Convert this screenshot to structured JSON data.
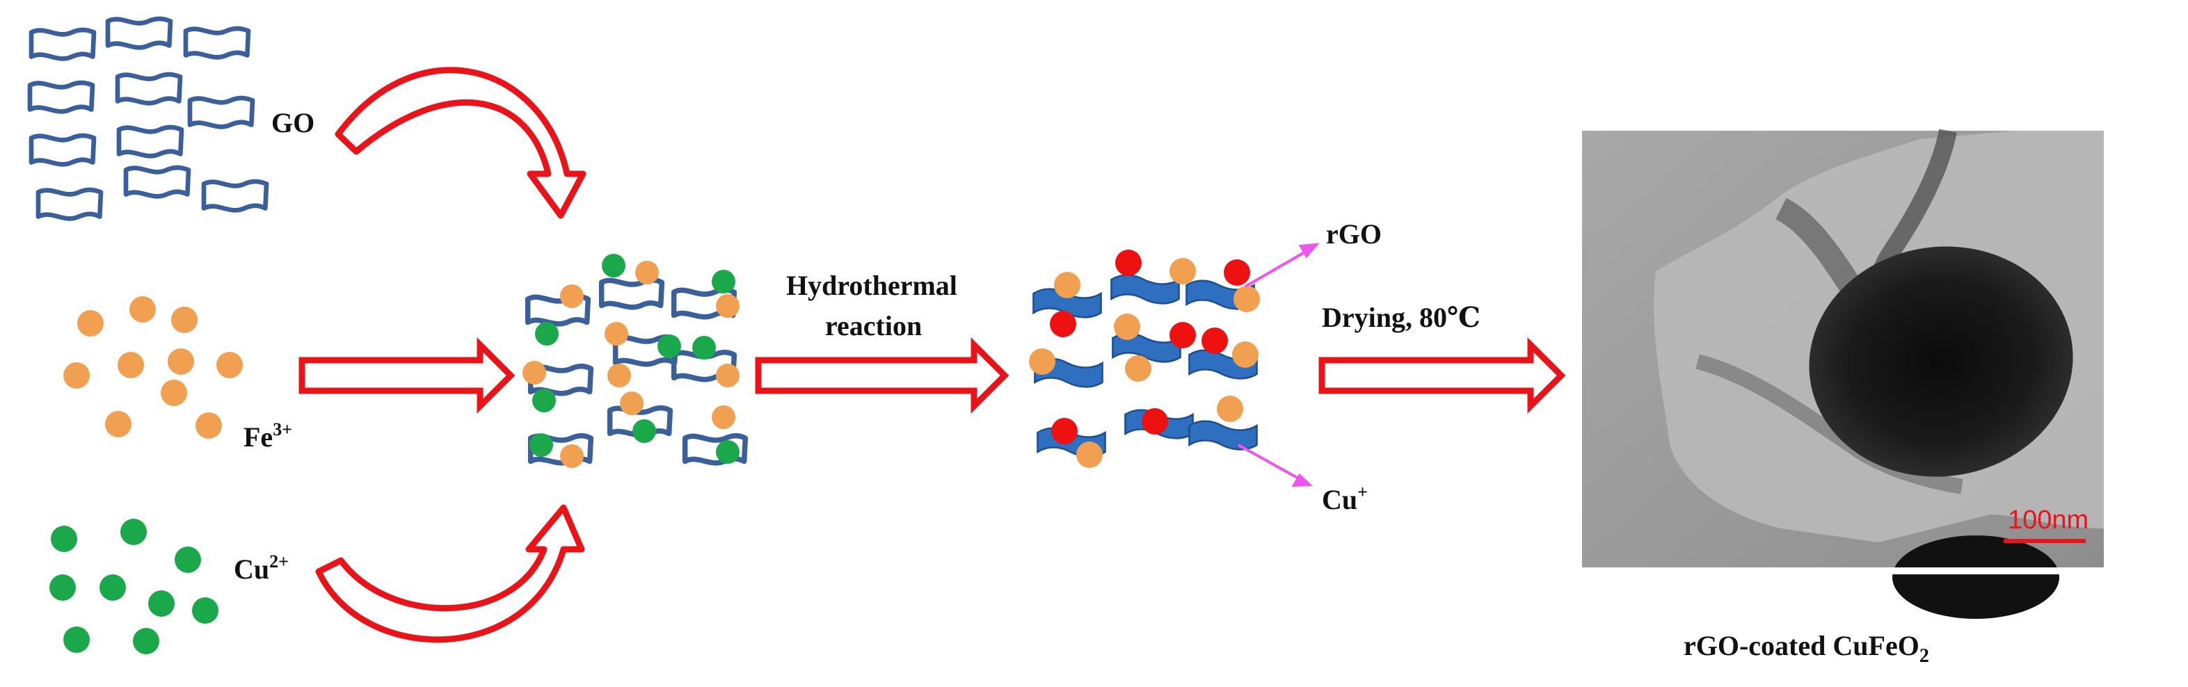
{
  "labels": {
    "go": "GO",
    "fe_base": "Fe",
    "fe_charge": "3+",
    "cu2_base": "Cu",
    "cu2_charge": "2+",
    "hydro_line1": "Hydrothermal",
    "hydro_line2": "reaction",
    "rgo": "rGO",
    "cu_plus_base": "Cu",
    "cu_plus_charge": "+",
    "drying": "Drying, 80℃",
    "scale_bar": "100nm",
    "product_base": "rGO-coated CuFeO",
    "product_sub": "2"
  },
  "colors": {
    "sheet": "#3a5f9a",
    "rgo_sheet": "#2e6fc0",
    "fe_ion": "#f0a050",
    "cu2_ion": "#1aa84a",
    "cu_plus_ion": "#ee1111",
    "arrow": "#e8141a",
    "pointer": "#ee55ee",
    "tem_bg": "#9a9a9a"
  },
  "icons": {
    "go_sheet": "wavy-sheet-icon",
    "arrow": "hollow-right-arrow-icon",
    "curved_arrow": "curved-hollow-arrow-icon"
  }
}
